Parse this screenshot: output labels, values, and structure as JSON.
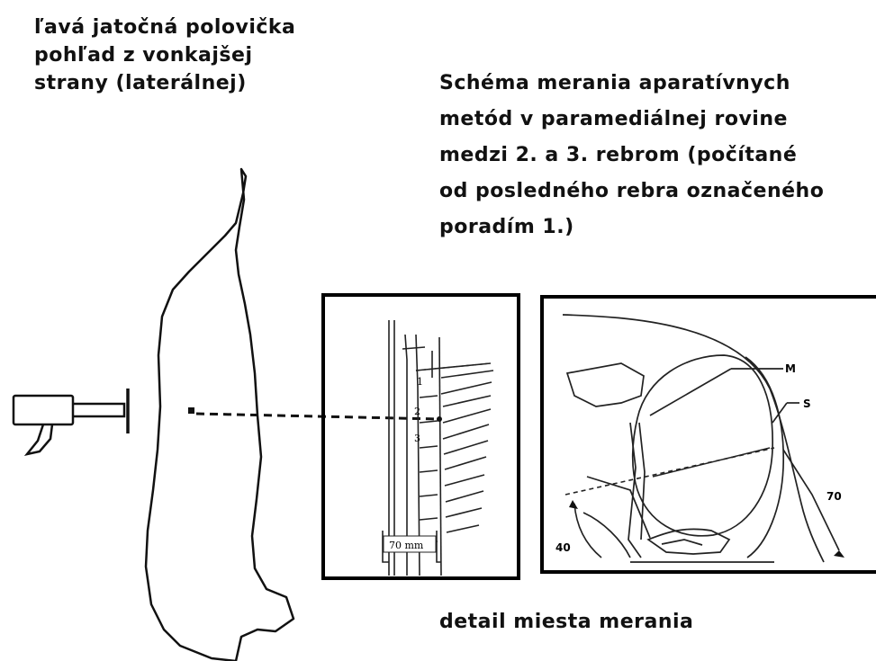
{
  "left_title": [
    "ľavá jatočná polovička",
    "pohľad z vonkajšej",
    "strany (laterálnej)"
  ],
  "right_title": [
    "Schéma merania aparatívnych",
    "metód v paramediálnej rovine",
    "medzi 2. a 3. rebrom (počítané",
    "od posledného rebra označeného",
    "poradím 1.)"
  ],
  "caption": "detail miesta merania",
  "rib_panel": {
    "rib_labels": [
      "1",
      "2",
      "3"
    ],
    "width_label": "70 mm"
  },
  "detail_panel": {
    "label_m": "M",
    "label_s": "S",
    "angle_right": "70",
    "angle_left": "40"
  }
}
